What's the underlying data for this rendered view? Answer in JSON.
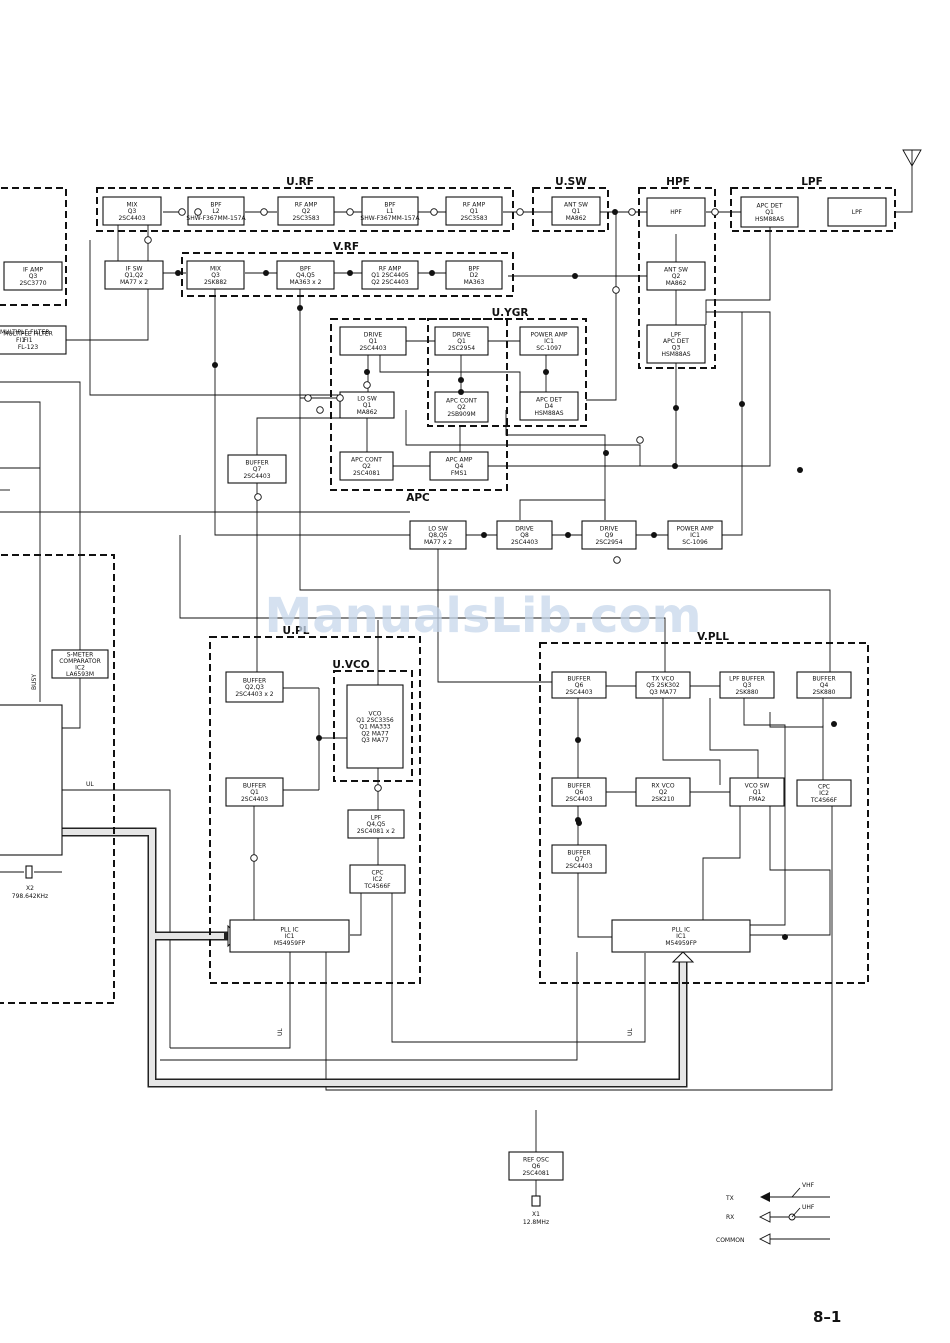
{
  "blocks": {
    "u_rf_mix": [
      "MIX",
      "Q3",
      "2SC4403"
    ],
    "u_rf_bpf_l2": [
      "BPF",
      "L2",
      "SHW-F367MM-157A"
    ],
    "u_rf_rf_amp_q2": [
      "RF AMP",
      "Q2",
      "2SC3583"
    ],
    "u_rf_bpf_l1": [
      "BPF",
      "L1",
      "SHW-F367MM-157A"
    ],
    "u_rf_rf_amp_q1": [
      "RF AMP",
      "Q1",
      "2SC3583"
    ],
    "u_sw_ant_sw": [
      "ANT SW",
      "Q1",
      "MA862"
    ],
    "hpf": [
      "HPF"
    ],
    "apc_det_q1": [
      "APC DET",
      "Q1",
      "HSM88AS"
    ],
    "lpf": [
      "LPF"
    ],
    "if_amp": [
      "IF AMP",
      "Q3",
      "2SC3770"
    ],
    "if_sw": [
      "IF SW",
      "Q1,Q2",
      "MA77 x 2"
    ],
    "v_rf_mix": [
      "MIX",
      "Q3",
      "2SK882"
    ],
    "v_rf_bpf_q4q5": [
      "BPF",
      "Q4,Q5",
      "MA363 x 2"
    ],
    "v_rf_rf_amp": [
      "RF AMP",
      "Q1 2SC4405",
      "Q2 2SC4403"
    ],
    "v_rf_bpf_d2": [
      "BPF",
      "D2",
      "MA363"
    ],
    "v_ant_sw": [
      "ANT SW",
      "Q2",
      "MA862"
    ],
    "lpf_apc_det": [
      "LPF",
      "APC DET",
      "Q3",
      "HSM88AS"
    ],
    "u_drive_q1": [
      "DRIVE",
      "Q1",
      "2SC4403"
    ],
    "ygr_drive_q1": [
      "DRIVE",
      "Q1",
      "2SC2954"
    ],
    "ygr_power_amp": [
      "POWER AMP",
      "IC1",
      "SC-1097"
    ],
    "u_lo_sw": [
      "LO SW",
      "Q1",
      "MA862"
    ],
    "ygr_apc_cont": [
      "APC CONT",
      "Q2",
      "2SB909M"
    ],
    "ygr_apc_det": [
      "APC DET",
      "D4",
      "HSM88AS"
    ],
    "apc_cont_q2": [
      "APC CONT",
      "Q2",
      "2SC4081"
    ],
    "apc_amp_q4": [
      "APC AMP",
      "Q4",
      "FMS1"
    ],
    "buffer_q7": [
      "BUFFER",
      "Q7",
      "2SC4403"
    ],
    "v_lo_sw": [
      "LO SW",
      "Q8,Q5",
      "MA77 x 2"
    ],
    "v_drive_q8": [
      "DRIVE",
      "Q8",
      "2SC4403"
    ],
    "v_drive_q9": [
      "DRIVE",
      "Q9",
      "2SC2954"
    ],
    "v_power_amp": [
      "POWER AMP",
      "IC1",
      "SC-1096"
    ],
    "filter_fi1": [
      "MULTIPLE FILTER",
      "FI1",
      "FL-123"
    ],
    "s_meter": [
      "S-METER",
      "COMPARATOR",
      "IC2",
      "LA6593M"
    ],
    "u_buffer_q2q3": [
      "BUFFER",
      "Q2,Q3",
      "2SC4403 x 2"
    ],
    "u_vco": [
      "VCO",
      "Q1 2SC3356",
      "Q1 MA333",
      "Q2 MA77",
      "Q3 MA77"
    ],
    "u_buffer_q1": [
      "BUFFER",
      "Q1",
      "2SC4403"
    ],
    "u_lpf_q4q5": [
      "LPF",
      "Q4,Q5",
      "2SC4081 x 2"
    ],
    "u_cpc": [
      "CPC",
      "IC2",
      "TC4S66F"
    ],
    "u_pll_ic": [
      "PLL IC",
      "IC1",
      "M54959FP"
    ],
    "v_buffer_q6": [
      "BUFFER",
      "Q6",
      "2SC4403"
    ],
    "v_tx_vco": [
      "TX VCO",
      "Q5 2SK302",
      "Q3 MA77"
    ],
    "v_lpf_buffer": [
      "LPF BUFFER",
      "Q3",
      "2SK880"
    ],
    "v_buffer_q4": [
      "BUFFER",
      "Q4",
      "2SK880"
    ],
    "v_buffer_q6b": [
      "BUFFER",
      "Q6",
      "2SC4403"
    ],
    "v_rx_vco": [
      "RX VCO",
      "Q2",
      "2SK210"
    ],
    "v_vco_sw": [
      "VCO SW",
      "Q1",
      "FMA2"
    ],
    "v_cpc": [
      "CPC",
      "IC2",
      "TC4S66F"
    ],
    "v_buffer_q7": [
      "BUFFER",
      "Q7",
      "2SC4403"
    ],
    "v_pll_ic": [
      "PLL IC",
      "IC1",
      "M54959FP"
    ],
    "ref_osc": [
      "REF OSC",
      "Q6",
      "2SC4081"
    ]
  },
  "groups": {
    "u_rf": "U.RF",
    "u_sw": "U.SW",
    "hpf": "HPF",
    "lpf": "LPF",
    "v_rf": "V.RF",
    "u_ygr": "U.YGR",
    "apc": "APC",
    "u_pll": "U.PL",
    "u_vco": "U.VCO",
    "v_pll": "V.PLL"
  },
  "labels": {
    "busy": "BUSY",
    "ul": "UL",
    "x2": "X2",
    "x2_freq": "798.642KHz",
    "x1": "X1",
    "x1_freq": "12.8MHz",
    "fi1": "FI1",
    "filter_partial": "MULTIPLE FILTER"
  },
  "legend": {
    "tx": "TX",
    "rx": "RX",
    "common": "COMMON",
    "vhf": "VHF",
    "uhf": "UHF"
  },
  "watermark": "ManualsLib.com",
  "page_number": "8–1"
}
